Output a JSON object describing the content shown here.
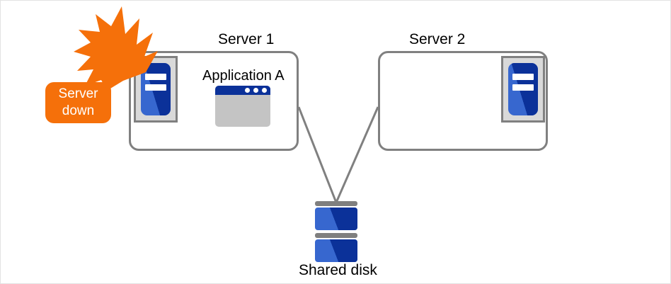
{
  "diagram": {
    "title_note": "Cluster failover diagram",
    "background_color": "#ffffff",
    "line_color": "#808080",
    "accent_blue": "#0b3199",
    "accent_blue_light": "#3767cf",
    "alert_color": "#f5700a"
  },
  "servers": [
    {
      "id": "server-1",
      "caption": "Server 1",
      "machine_icon": "server-icon",
      "app": {
        "label": "Application A",
        "icon": "application-window-icon",
        "dots": 3
      }
    },
    {
      "id": "server-2",
      "caption": "Server 2",
      "machine_icon": "server-icon",
      "app": null
    }
  ],
  "alert": {
    "icon": "explosion-burst-icon",
    "line1": "Server",
    "line2": "down"
  },
  "storage": {
    "icon": "shared-disk-icon",
    "caption": "Shared disk"
  },
  "connectors": [
    {
      "name": "server-1-to-disk"
    },
    {
      "name": "server-2-to-disk"
    }
  ]
}
